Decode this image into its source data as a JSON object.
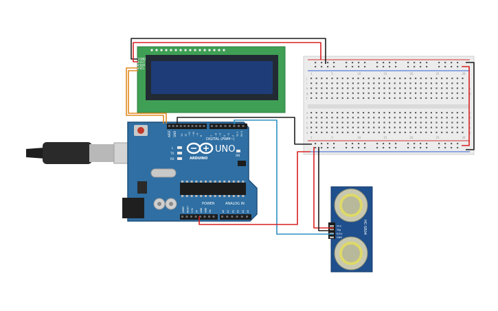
{
  "arduino": {
    "logo_text": "UNO",
    "brand_text": "ARDUINO",
    "digital_label": "DIGITAL (PWM~)",
    "analog_label": "ANALOG IN",
    "power_label": "POWER",
    "aref_label": "AREF",
    "gnd_label": "GND",
    "l_label": "L",
    "tx_label": "TX",
    "rx_label": "RX",
    "on_label": "ON",
    "digital_pins": [
      "13",
      "12",
      "~11",
      "~10",
      "~9",
      "8",
      "7",
      "~6",
      "~5",
      "4",
      "~3",
      "2",
      "TX 1",
      "RX 0"
    ],
    "analog_pins": [
      "A0",
      "A1",
      "A2",
      "A3",
      "A4",
      "A5"
    ],
    "power_pins": [
      "IOREF",
      "RESET",
      "3.3V",
      "5V",
      "GND",
      "GND",
      "Vin"
    ],
    "colors": {
      "board": "#2f6fa3",
      "board_edge": "#1f4f7a"
    }
  },
  "lcd": {
    "pin_labels": [
      "GND",
      "VCC",
      "SDA",
      "SCL"
    ],
    "colors": {
      "pcb": "#3f9f54",
      "screen": "#1e3c78",
      "bezel": "#222a33"
    }
  },
  "sensor": {
    "pin_labels": [
      "VCC",
      "Trig",
      "Echo",
      "GND"
    ],
    "brand_text": "HC-SR04",
    "colors": {
      "pcb": "#1f4f8c",
      "transducer": "#c8c8b0"
    }
  },
  "breadboard": {
    "row_numbers": [
      "1",
      "5",
      "10",
      "15",
      "20",
      "25",
      "30"
    ],
    "row_letters_top": [
      "j",
      "i",
      "h",
      "g",
      "f"
    ],
    "row_letters_bottom": [
      "e",
      "d",
      "c",
      "b",
      "a"
    ],
    "colors": {
      "body": "#ececec",
      "rail_red": "#d62b2b",
      "rail_blue": "#2b5fd6"
    }
  },
  "usb_cable": {
    "colors": {
      "cable": "#2a2a2a",
      "plug": "#bcbcbc"
    }
  },
  "wires": {
    "colors": {
      "black": "#1a1a1a",
      "red": "#d92020",
      "orange": "#e08a1e",
      "blue": "#2a8fc4"
    }
  }
}
